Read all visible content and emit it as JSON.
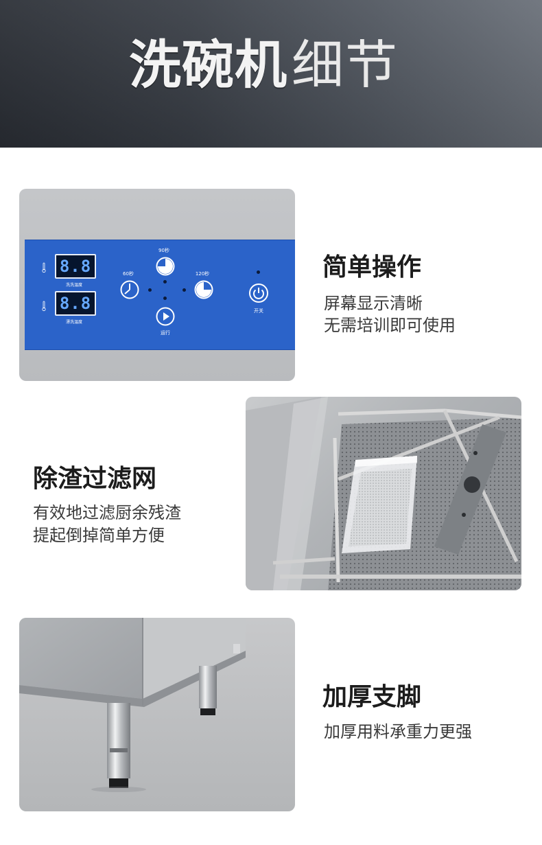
{
  "banner": {
    "title_bold": "洗碗机",
    "title_thin": "细节"
  },
  "features": [
    {
      "title": "简单操作",
      "lines": [
        "屏幕显示清晰",
        "无需培训即可使用"
      ]
    },
    {
      "title": "除渣过滤网",
      "lines": [
        "有效地过滤厨余残渣",
        "提起倒掉简单方便"
      ]
    },
    {
      "title": "加厚支脚",
      "lines": [
        "加厚用料承重力更强"
      ]
    }
  ],
  "control_panel": {
    "display_top": "8.8",
    "display_bottom": "8.8",
    "label_top": "洗洗温度",
    "label_bottom": "漂洗温度",
    "dial_60": "60秒",
    "dial_90": "90秒",
    "dial_120": "120秒",
    "run_label": "运行",
    "power_label": "开关",
    "panel_color": "#2b63c9"
  }
}
